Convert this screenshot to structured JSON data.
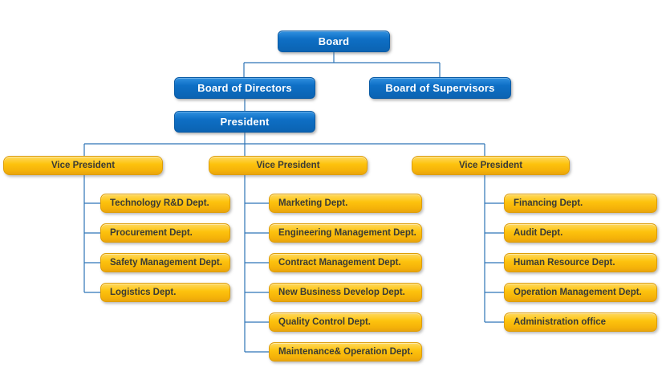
{
  "org": {
    "board": "Board",
    "board_of_directors": "Board of Directors",
    "board_of_supervisors": "Board of Supervisors",
    "president": "President",
    "branches": [
      {
        "head": "Vice President",
        "departments": [
          "Technology R&D Dept.",
          "Procurement Dept.",
          "Safety Management Dept.",
          "Logistics Dept."
        ]
      },
      {
        "head": "Vice President",
        "departments": [
          "Marketing Dept.",
          "Engineering Management Dept.",
          "Contract Management Dept.",
          "New Business Develop Dept.",
          "Quality Control Dept.",
          "Maintenance& Operation Dept."
        ]
      },
      {
        "head": "Vice President",
        "departments": [
          "Financing Dept.",
          "Audit Dept.",
          "Human Resource Dept.",
          "Operation Management Dept.",
          "Administration office"
        ]
      }
    ]
  },
  "colors": {
    "executive_box_blue": "#0e6fc5",
    "department_box_gold": "#fdc30e",
    "connector_blue": "#2e75b6",
    "text_on_blue": "#ffffff",
    "text_on_gold": "#3a3a36"
  }
}
